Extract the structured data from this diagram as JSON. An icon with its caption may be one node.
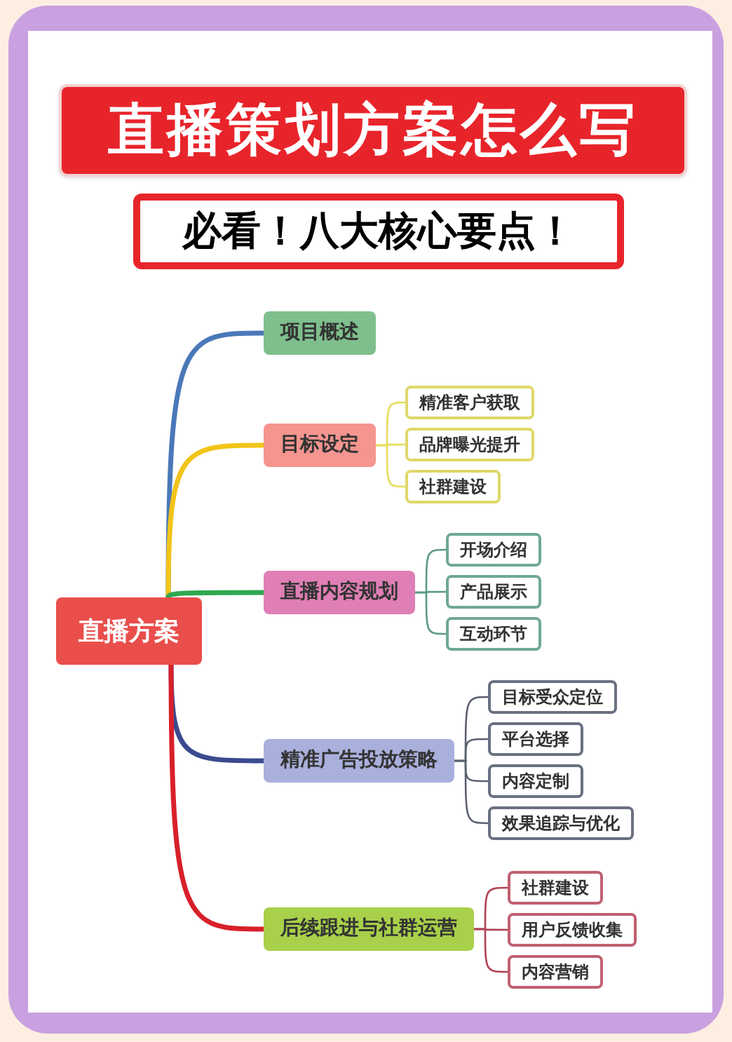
{
  "diagram": {
    "title": "直播策划方案怎么写",
    "nodes": [
      {
        "text": [
          "直播方案"
        ]
      },
      {
        "text": [
          "项目概述"
        ]
      },
      {
        "text": [
          "目标设定"
        ]
      },
      {
        "text": [
          "精准客户获取"
        ]
      },
      {
        "text": [
          "品牌曝光提升"
        ]
      },
      {
        "text": [
          "社群建设"
        ]
      },
      {
        "text": [
          "直播内容规划"
        ]
      },
      {
        "text": [
          "开场介绍"
        ]
      },
      {
        "text": [
          "产品展示"
        ]
      },
      {
        "text": [
          "互动环节"
        ]
      },
      {
        "text": [
          "精准广告投放策略"
        ]
      },
      {
        "text": [
          "目标受众定位"
        ]
      },
      {
        "text": [
          "平台选择"
        ]
      },
      {
        "text": [
          "内容定制"
        ]
      },
      {
        "text": [
          "效果追踪与优化"
        ]
      },
      {
        "text": [
          "后续跟进与社群运营"
        ]
      },
      {
        "text": [
          "社群建设"
        ]
      },
      {
        "text": [
          "用户反馈收集"
        ]
      },
      {
        "text": [
          "内容营销"
        ]
      }
    ],
    "edges": [
      {
        "from": 0,
        "to": 1,
        "arrow": "none",
        "style": "thick",
        "color": "#4a78b8"
      },
      {
        "from": 0,
        "to": 2,
        "arrow": "none",
        "style": "thick",
        "color": "#f2c418"
      },
      {
        "from": 2,
        "to": 3,
        "arrow": "none",
        "color": "#e6dc5a"
      },
      {
        "from": 2,
        "to": 4,
        "arrow": "none",
        "color": "#e6dc5a"
      },
      {
        "from": 2,
        "to": 5,
        "arrow": "none",
        "color": "#e6dc5a"
      },
      {
        "from": 0,
        "to": 6,
        "arrow": "none",
        "style": "thick",
        "color": "#2fa84f"
      },
      {
        "from": 6,
        "to": 7,
        "arrow": "none",
        "color": "#5b9a84"
      },
      {
        "from": 6,
        "to": 8,
        "arrow": "none",
        "color": "#5b9a84"
      },
      {
        "from": 6,
        "to": 9,
        "arrow": "none",
        "color": "#5b9a84"
      },
      {
        "from": 0,
        "to": 10,
        "arrow": "none",
        "style": "thick",
        "color": "#3a4a8e"
      },
      {
        "from": 10,
        "to": 11,
        "arrow": "none",
        "color": "#5a6070"
      },
      {
        "from": 10,
        "to": 12,
        "arrow": "none",
        "color": "#5a6070"
      },
      {
        "from": 10,
        "to": 13,
        "arrow": "none",
        "color": "#5a6070"
      },
      {
        "from": 10,
        "to": 14,
        "arrow": "none",
        "color": "#5a6070"
      },
      {
        "from": 0,
        "to": 15,
        "arrow": "none",
        "style": "thick",
        "color": "#d8202a"
      },
      {
        "from": 15,
        "to": 16,
        "arrow": "none",
        "color": "#b04050"
      },
      {
        "from": 15,
        "to": 17,
        "arrow": "none",
        "color": "#b04050"
      },
      {
        "from": 15,
        "to": 18,
        "arrow": "none",
        "color": "#b04050"
      }
    ],
    "labels": [
      "必看！八大核心要点！"
    ]
  }
}
